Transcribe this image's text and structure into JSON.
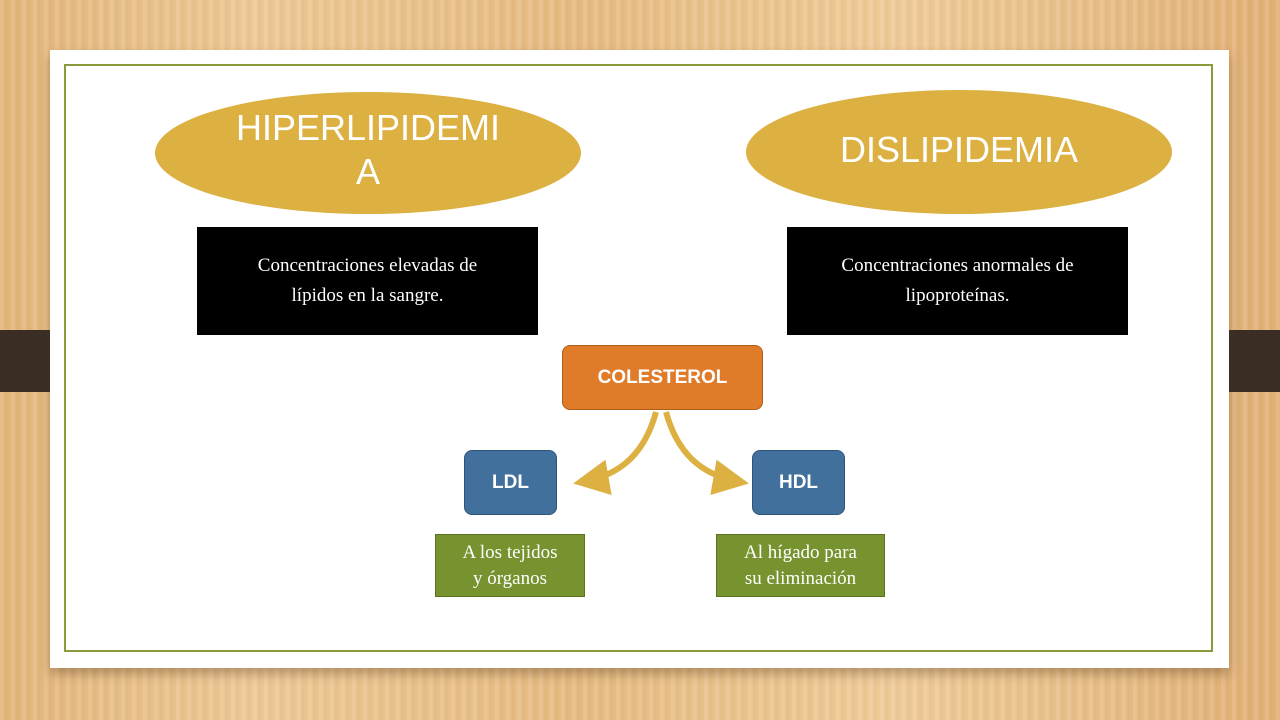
{
  "hiperlipidemia": {
    "title_line1": "HIPERLIPIDEMI",
    "title_line2": "A",
    "definition_line1": "Concentraciones elevadas de",
    "definition_line2": "lípidos en la sangre."
  },
  "dislipidemia": {
    "title": "DISLIPIDEMIA",
    "definition_line1": "Concentraciones anormales de",
    "definition_line2": "lipoproteínas."
  },
  "colesterol": {
    "label": "COLESTEROL"
  },
  "ldl": {
    "label": "LDL",
    "note_line1": "A los tejidos",
    "note_line2": "y órganos"
  },
  "hdl": {
    "label": "HDL",
    "note_line1": "Al hígado para",
    "note_line2": "su eliminación"
  },
  "colors": {
    "ellipse": "#dcb041",
    "definition_box": "#000000",
    "colesterol_box": "#e07b2a",
    "lipoprotein_box": "#41709c",
    "note_box": "#77932f",
    "arrow": "#dcb041",
    "frame": "#8b9a3a"
  }
}
